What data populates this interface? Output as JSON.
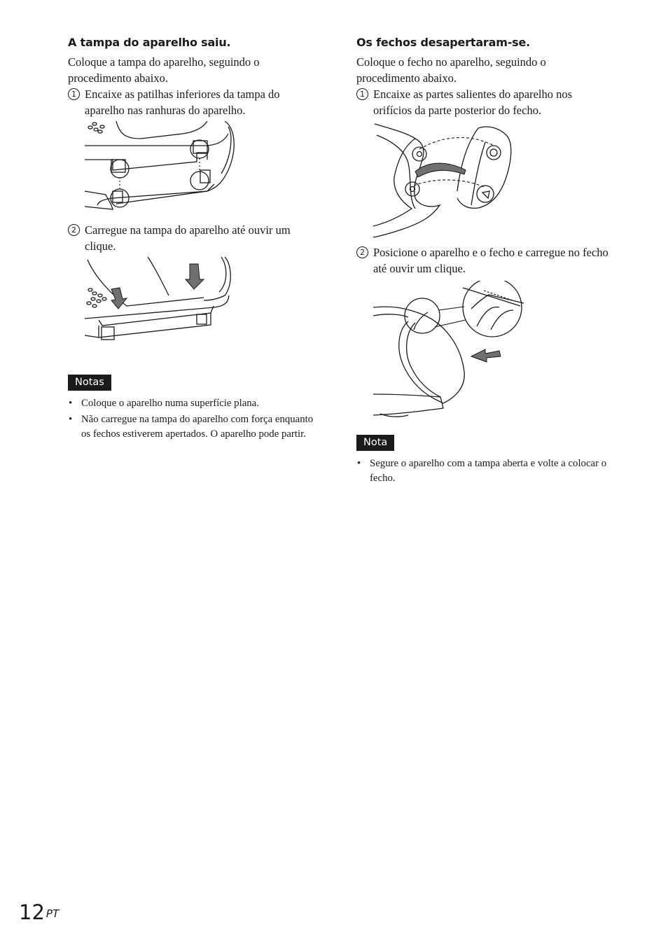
{
  "left": {
    "heading": "A tampa do aparelho saiu.",
    "intro": "Coloque a tampa do aparelho, seguindo o procedimento abaixo.",
    "steps": [
      {
        "num": "1",
        "text": "Encaixe as patilhas inferiores da tampa do aparelho nas ranhuras do aparelho."
      },
      {
        "num": "2",
        "text": "Carregue na tampa do aparelho até ouvir um clique."
      }
    ],
    "notes_label": "Notas",
    "notes": [
      "Coloque o aparelho numa superfície plana.",
      "Não carregue na tampa do aparelho com força enquanto os fechos estiverem apertados. O aparelho pode partir."
    ]
  },
  "right": {
    "heading": "Os fechos desapertaram-se.",
    "intro": "Coloque o fecho no aparelho, seguindo o procedimento abaixo.",
    "steps": [
      {
        "num": "1",
        "text": "Encaixe as partes salientes do aparelho nos orifícios da parte posterior do fecho."
      },
      {
        "num": "2",
        "text": "Posicione o aparelho e o fecho e carregue no fecho até ouvir um clique."
      }
    ],
    "note_label": "Nota",
    "notes": [
      "Segure o aparelho com a tampa aberta e volte a colocar o fecho."
    ]
  },
  "page": {
    "number": "12",
    "suffix": "PT"
  }
}
